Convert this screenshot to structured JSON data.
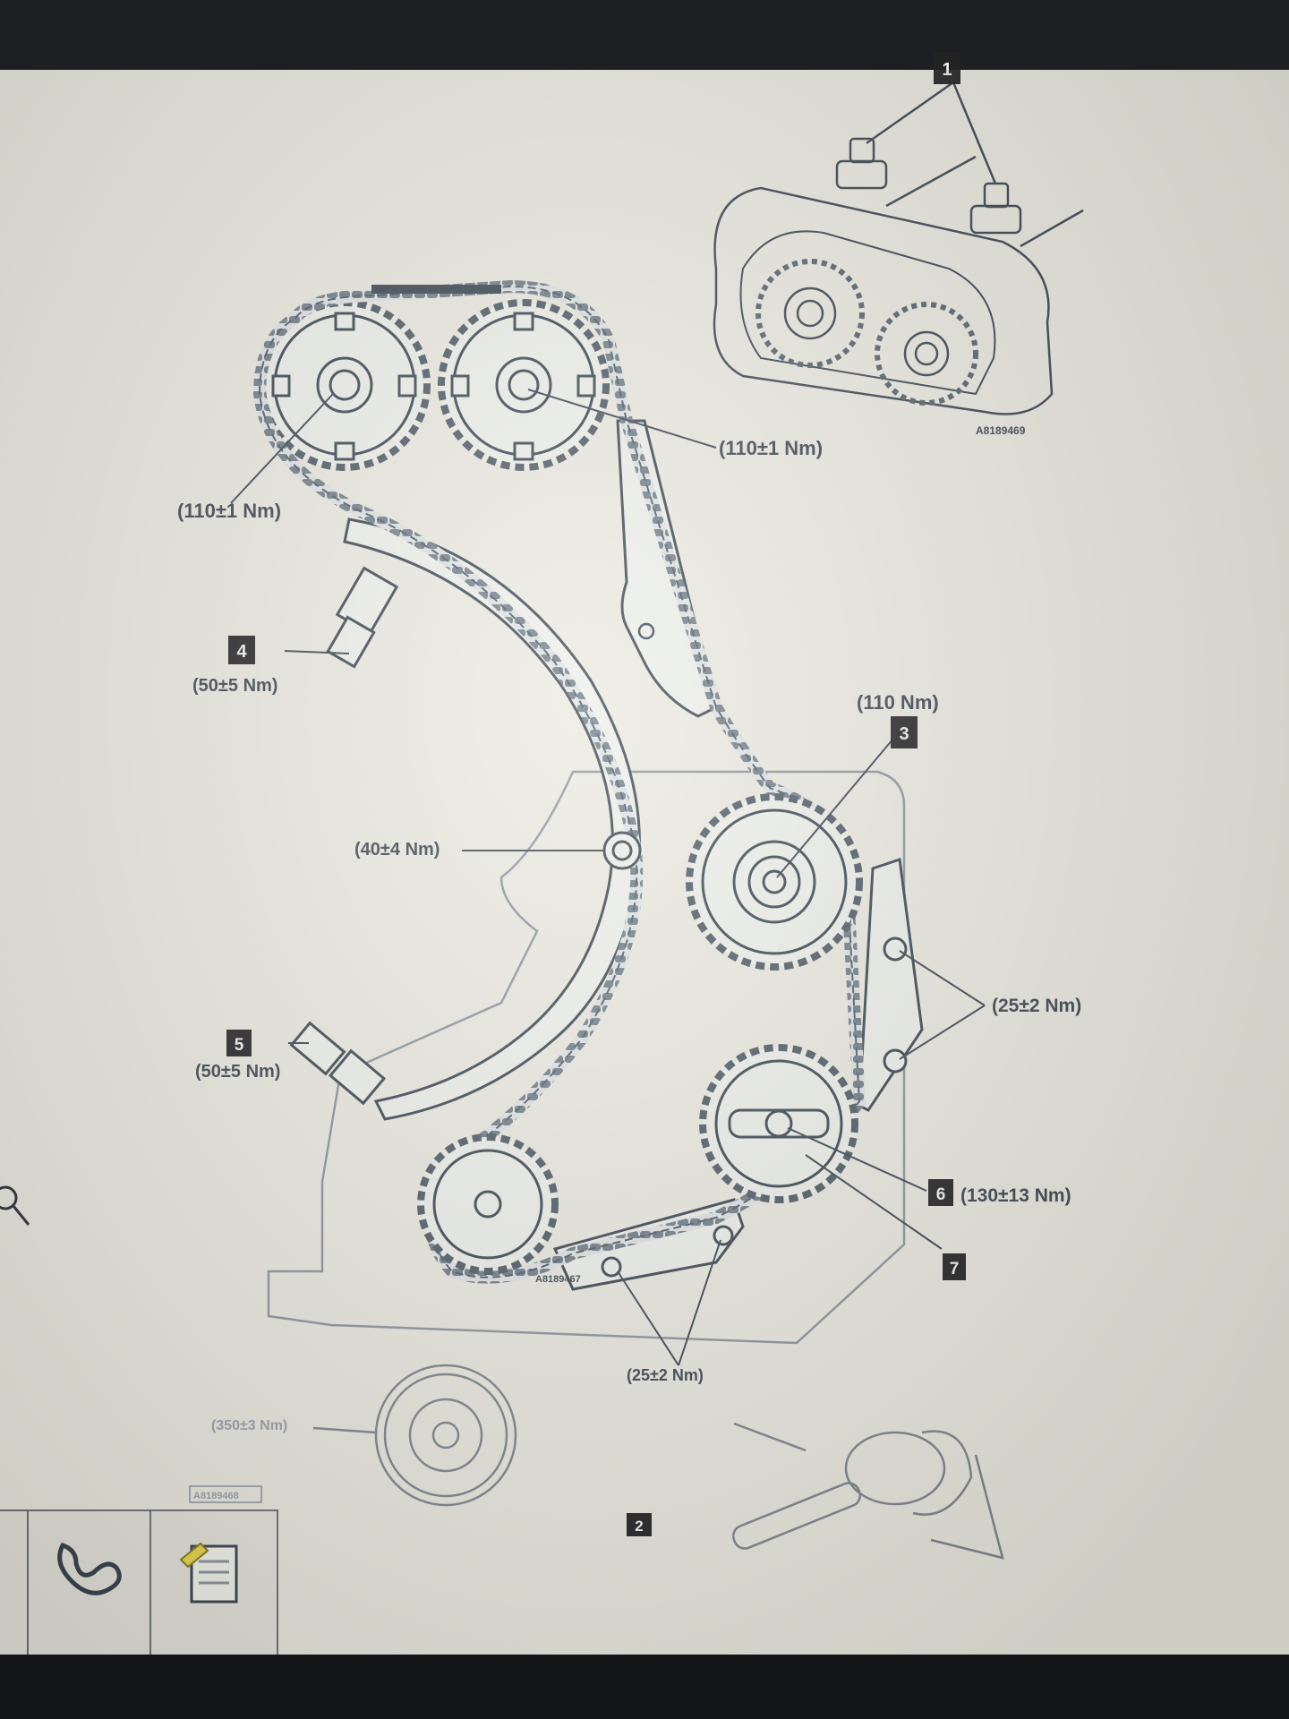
{
  "diagram": {
    "torque_labels": {
      "intake_cam": "(110±1 Nm)",
      "exhaust_cam": "(110±1 Nm)",
      "tensioner_upper": "(50±5 Nm)",
      "guide_pivot": "(40±4 Nm)",
      "intermediate_sprocket": "(110 Nm)",
      "tensioner_lower": "(50±5 Nm)",
      "right_guide_bolts": "(25±2 Nm)",
      "crank_sprocket": "(130±13 Nm)",
      "lower_guide_bolts": "(25±2 Nm)",
      "pulley": "(350±3 Nm)"
    },
    "callouts": {
      "c1": "1",
      "c2": "2",
      "c3": "3",
      "c4": "4",
      "c5": "5",
      "c6": "6",
      "c7": "7"
    },
    "figure_refs": {
      "inset_top": "A8189469",
      "main": "A8189467",
      "pulley": "A8189468"
    }
  },
  "toolbar": {
    "buttons": [
      {
        "key": "F8",
        "icon": "chain-route-icon"
      },
      {
        "key": "Ctrl+F4",
        "icon": "notes-icon"
      }
    ]
  }
}
